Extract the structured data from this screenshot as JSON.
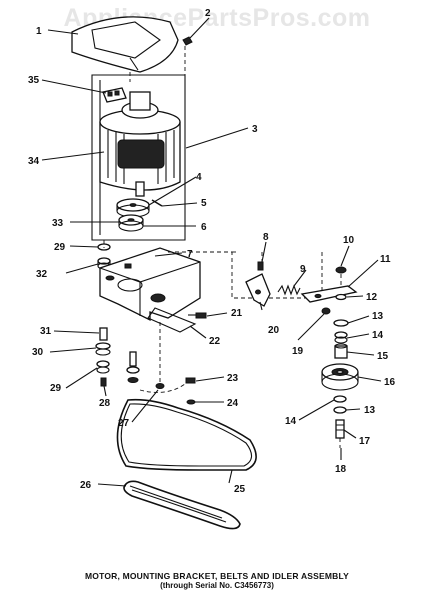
{
  "watermark": "AppliancePartsPros.com",
  "caption": {
    "title": "MOTOR, MOUNTING BRACKET, BELTS AND IDLER ASSEMBLY",
    "subtitle": "(through Serial No. C3456773)"
  },
  "callouts": [
    "1",
    "2",
    "3",
    "4",
    "5",
    "6",
    "7",
    "8",
    "9",
    "10",
    "11",
    "12",
    "13",
    "14",
    "15",
    "16",
    "17",
    "18",
    "19",
    "20",
    "21",
    "22",
    "23",
    "24",
    "25",
    "26",
    "27",
    "28",
    "29",
    "30",
    "31",
    "32",
    "33",
    "34",
    "35",
    "29",
    "13",
    "14"
  ]
}
